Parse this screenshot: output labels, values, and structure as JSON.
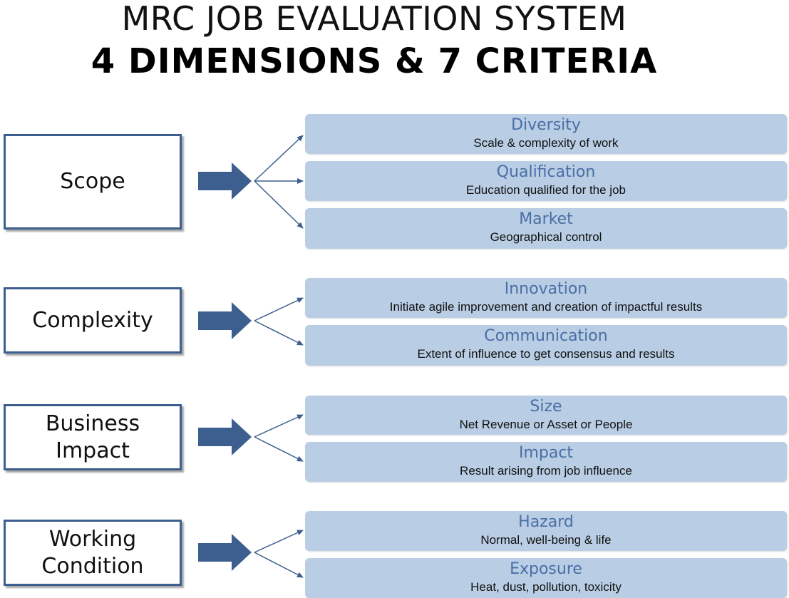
{
  "title": {
    "line1": "MRC JOB EVALUATION SYSTEM",
    "line2": "4 DIMENSIONS & 7 CRITERIA"
  },
  "colors": {
    "arrow": "#3d5f8f",
    "box_border": "#3d5f8f",
    "criterion_fill": "#b9cde4",
    "criterion_name": "#4a6fa5"
  },
  "dimensions": [
    {
      "label": "Scope",
      "criteria": [
        {
          "name": "Diversity",
          "description": "Scale & complexity of work"
        },
        {
          "name": "Qualification",
          "description": "Education qualified for the job"
        },
        {
          "name": "Market",
          "description": "Geographical control"
        }
      ]
    },
    {
      "label": "Complexity",
      "criteria": [
        {
          "name": "Innovation",
          "description": "Initiate agile improvement and creation of impactful results"
        },
        {
          "name": "Communication",
          "description": "Extent of influence to get consensus and results"
        }
      ]
    },
    {
      "label": "Business Impact",
      "label_lines": [
        "Business",
        "Impact"
      ],
      "criteria": [
        {
          "name": "Size",
          "description": "Net Revenue or Asset or People"
        },
        {
          "name": "Impact",
          "description": "Result arising from job influence"
        }
      ]
    },
    {
      "label": "Working Condition",
      "label_lines": [
        "Working",
        "Condition"
      ],
      "criteria": [
        {
          "name": "Hazard",
          "description": "Normal, well-being & life"
        },
        {
          "name": "Exposure",
          "description": "Heat, dust, pollution, toxicity"
        }
      ]
    }
  ]
}
